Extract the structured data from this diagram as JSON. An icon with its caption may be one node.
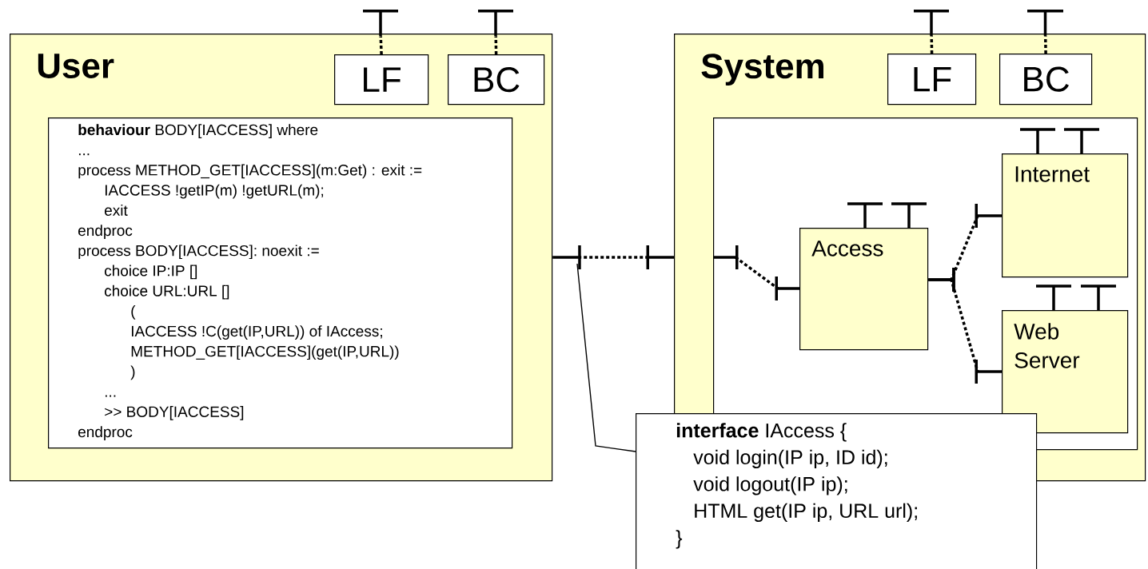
{
  "diagram": {
    "nodes": [
      {
        "text": [
          "User"
        ]
      },
      {
        "text": [
          "LF"
        ],
        "in": 0
      },
      {
        "text": [
          "BC"
        ],
        "in": 0
      },
      {
        "text": [
          "**behaviour** BODY[IACCESS] where",
          "...",
          "process METHOD_GET[IACCESS](m:Get) : exit :=",
          "IACCESS !getIP(m) !getURL(m);",
          "exit",
          "endproc",
          "process BODY[IACCESS]: noexit :=",
          "choice IP:IP []",
          "choice URL:URL []",
          "(",
          "IACCESS !C(get(IP,URL)) of IAccess;",
          "METHOD_GET[IACCESS](get(IP,URL))",
          ")",
          "...",
          ">> BODY[IACCESS]",
          "endproc"
        ],
        "in": 0
      },
      {
        "text": [
          "System"
        ]
      },
      {
        "text": [
          "LF"
        ],
        "in": 4
      },
      {
        "text": [
          "BC"
        ],
        "in": 4
      },
      {
        "text": [],
        "shape": "box",
        "in": 4
      },
      {
        "text": [
          "Access"
        ],
        "in": 7
      },
      {
        "text": [
          "Internet"
        ],
        "in": 7
      },
      {
        "text": [
          "Web Server"
        ],
        "in": 7
      },
      {
        "text": [
          "**interface** IAccess {",
          "void login(IP ip, ID id);",
          "void logout(IP ip);",
          "HTML get(IP ip, URL url);",
          "}"
        ]
      },
      {
        "text": [],
        "shape": "bar"
      },
      {
        "text": [],
        "shape": "bar"
      },
      {
        "text": [],
        "shape": "bar"
      },
      {
        "text": [],
        "shape": "bar"
      }
    ],
    "edges": [
      {
        "from": 0,
        "to": 4,
        "arrow": "other",
        "style": "dashed"
      },
      {
        "from": 7,
        "to": 8,
        "arrow": "other",
        "style": "dashed"
      },
      {
        "from": 8,
        "to": 9,
        "arrow": "other",
        "style": "dashed"
      },
      {
        "from": 8,
        "to": 10,
        "arrow": "other",
        "style": "dashed"
      },
      {
        "from": 1,
        "to": 12,
        "arrow": "none",
        "style": "dashed"
      },
      {
        "from": 2,
        "to": 13,
        "arrow": "none",
        "style": "dashed"
      },
      {
        "from": 5,
        "to": 14,
        "arrow": "none",
        "style": "dashed"
      },
      {
        "from": 6,
        "to": 15,
        "arrow": "none",
        "style": "dashed"
      },
      {
        "from": 11,
        "to": null,
        "arrow": "none"
      }
    ]
  }
}
